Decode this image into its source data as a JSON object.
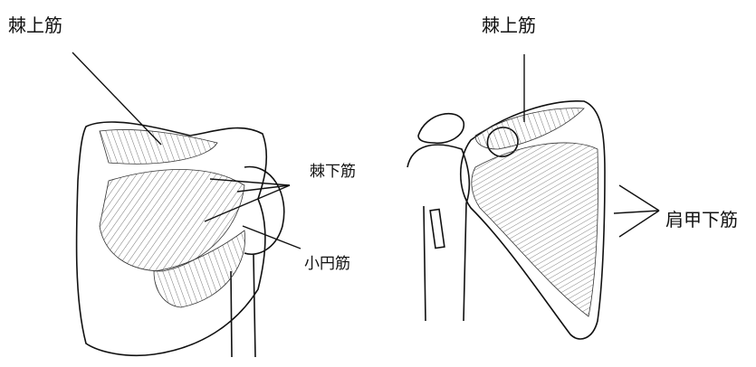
{
  "left_figure": {
    "supraspinatus_label": "棘上筋",
    "infraspinatus_label": "棘下筋",
    "teres_minor_label": "小円筋"
  },
  "right_figure": {
    "supraspinatus_label": "棘上筋",
    "subscapularis_label": "肩甲下筋"
  },
  "colors": {
    "ink": "#111111",
    "hatch": "#555555",
    "background": "#ffffff"
  }
}
